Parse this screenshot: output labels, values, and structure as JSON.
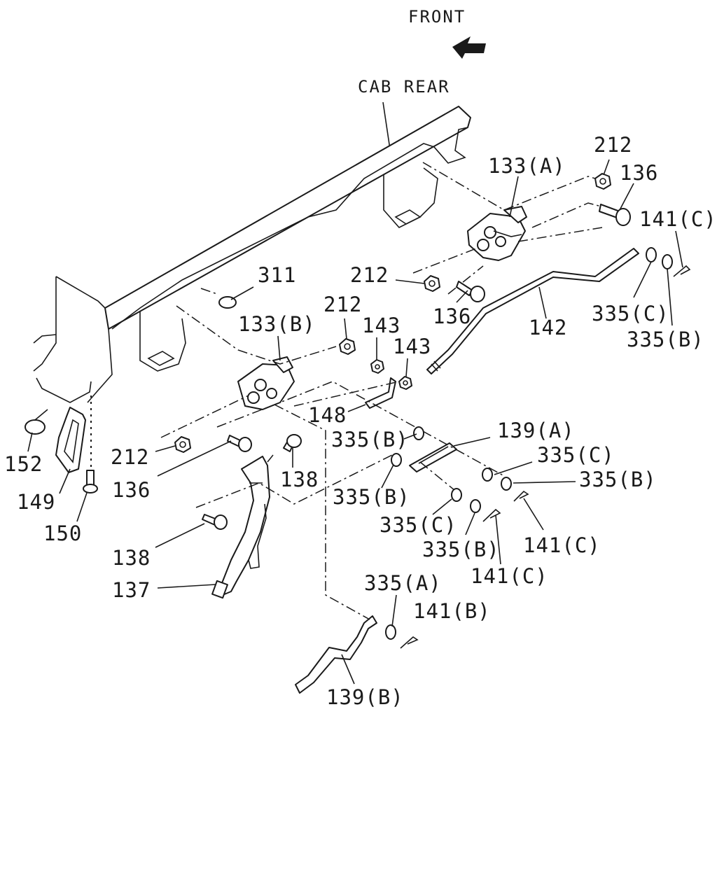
{
  "header": {
    "front_label": "FRONT",
    "cab_rear_label": "CAB REAR"
  },
  "callouts": {
    "p212_top": "212",
    "p136_top": "136",
    "p133a": "133(A)",
    "p141c_top": "141(C)",
    "p311": "311",
    "p212_mid": "212",
    "p136_mid": "136",
    "p142": "142",
    "p335c_top": "335(C)",
    "p335b_top": "335(B)",
    "p212_left": "212",
    "p133b": "133(B)",
    "p143_a": "143",
    "p143_b": "143",
    "p148": "148",
    "p139a": "139(A)",
    "p335b_a": "335(B)",
    "p335c_a": "335(C)",
    "p335b_b": "335(B)",
    "p212_bl": "212",
    "p136_bl": "136",
    "p138_a": "138",
    "p335b_c": "335(B)",
    "p335c_b": "335(C)",
    "p335b_d": "335(B)",
    "p141c_a": "141(C)",
    "p141c_b": "141(C)",
    "p152": "152",
    "p149": "149",
    "p150": "150",
    "p138_b": "138",
    "p137": "137",
    "p335a": "335(A)",
    "p141b": "141(B)",
    "p139b": "139(B)"
  }
}
